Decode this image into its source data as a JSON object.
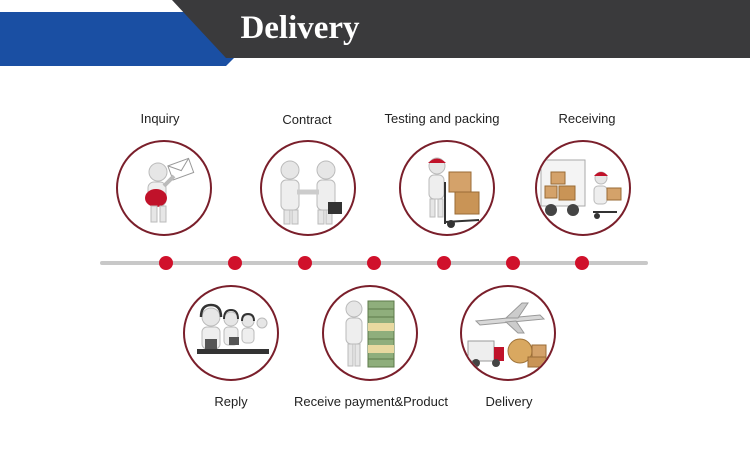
{
  "banner": {
    "title": "Delivery",
    "colors": {
      "dark": "#3a3a3c",
      "blue": "#1a4fa3"
    }
  },
  "steps_top": [
    {
      "label": "Inquiry",
      "icon": "inquiry-mail-person-icon"
    },
    {
      "label": "Contract",
      "icon": "handshake-icon"
    },
    {
      "label": "Testing and packing",
      "icon": "packing-boxes-icon"
    },
    {
      "label": "Receiving",
      "icon": "truck-unloading-icon"
    }
  ],
  "steps_bottom": [
    {
      "label": "Reply",
      "icon": "call-center-icon"
    },
    {
      "label": "Receive payment&Product",
      "icon": "money-stack-icon"
    },
    {
      "label": "Delivery",
      "icon": "plane-truck-globe-icon"
    }
  ],
  "timeline": {
    "dot_count": 7,
    "dot_color": "#d0112b",
    "line_color": "#c8c8c8"
  },
  "circle_border_color": "#7a1f2b"
}
